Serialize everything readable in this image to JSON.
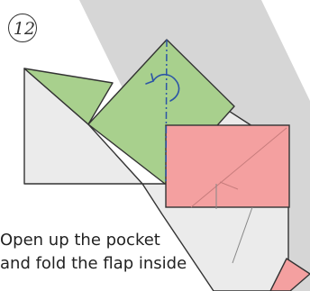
{
  "step": {
    "number": "12"
  },
  "instruction": {
    "line1": "Open up the pocket",
    "line2": "and fold the flap inside"
  },
  "colors": {
    "background_band": "#d6d6d6",
    "paper_white": "#ebebeb",
    "paper_green": "#a8d08d",
    "paper_pink": "#f4a0a0",
    "outline": "#333333",
    "fold_line": "#2c55a6"
  },
  "icons": [
    "valley-fold-line",
    "curved-fold-arrow"
  ]
}
